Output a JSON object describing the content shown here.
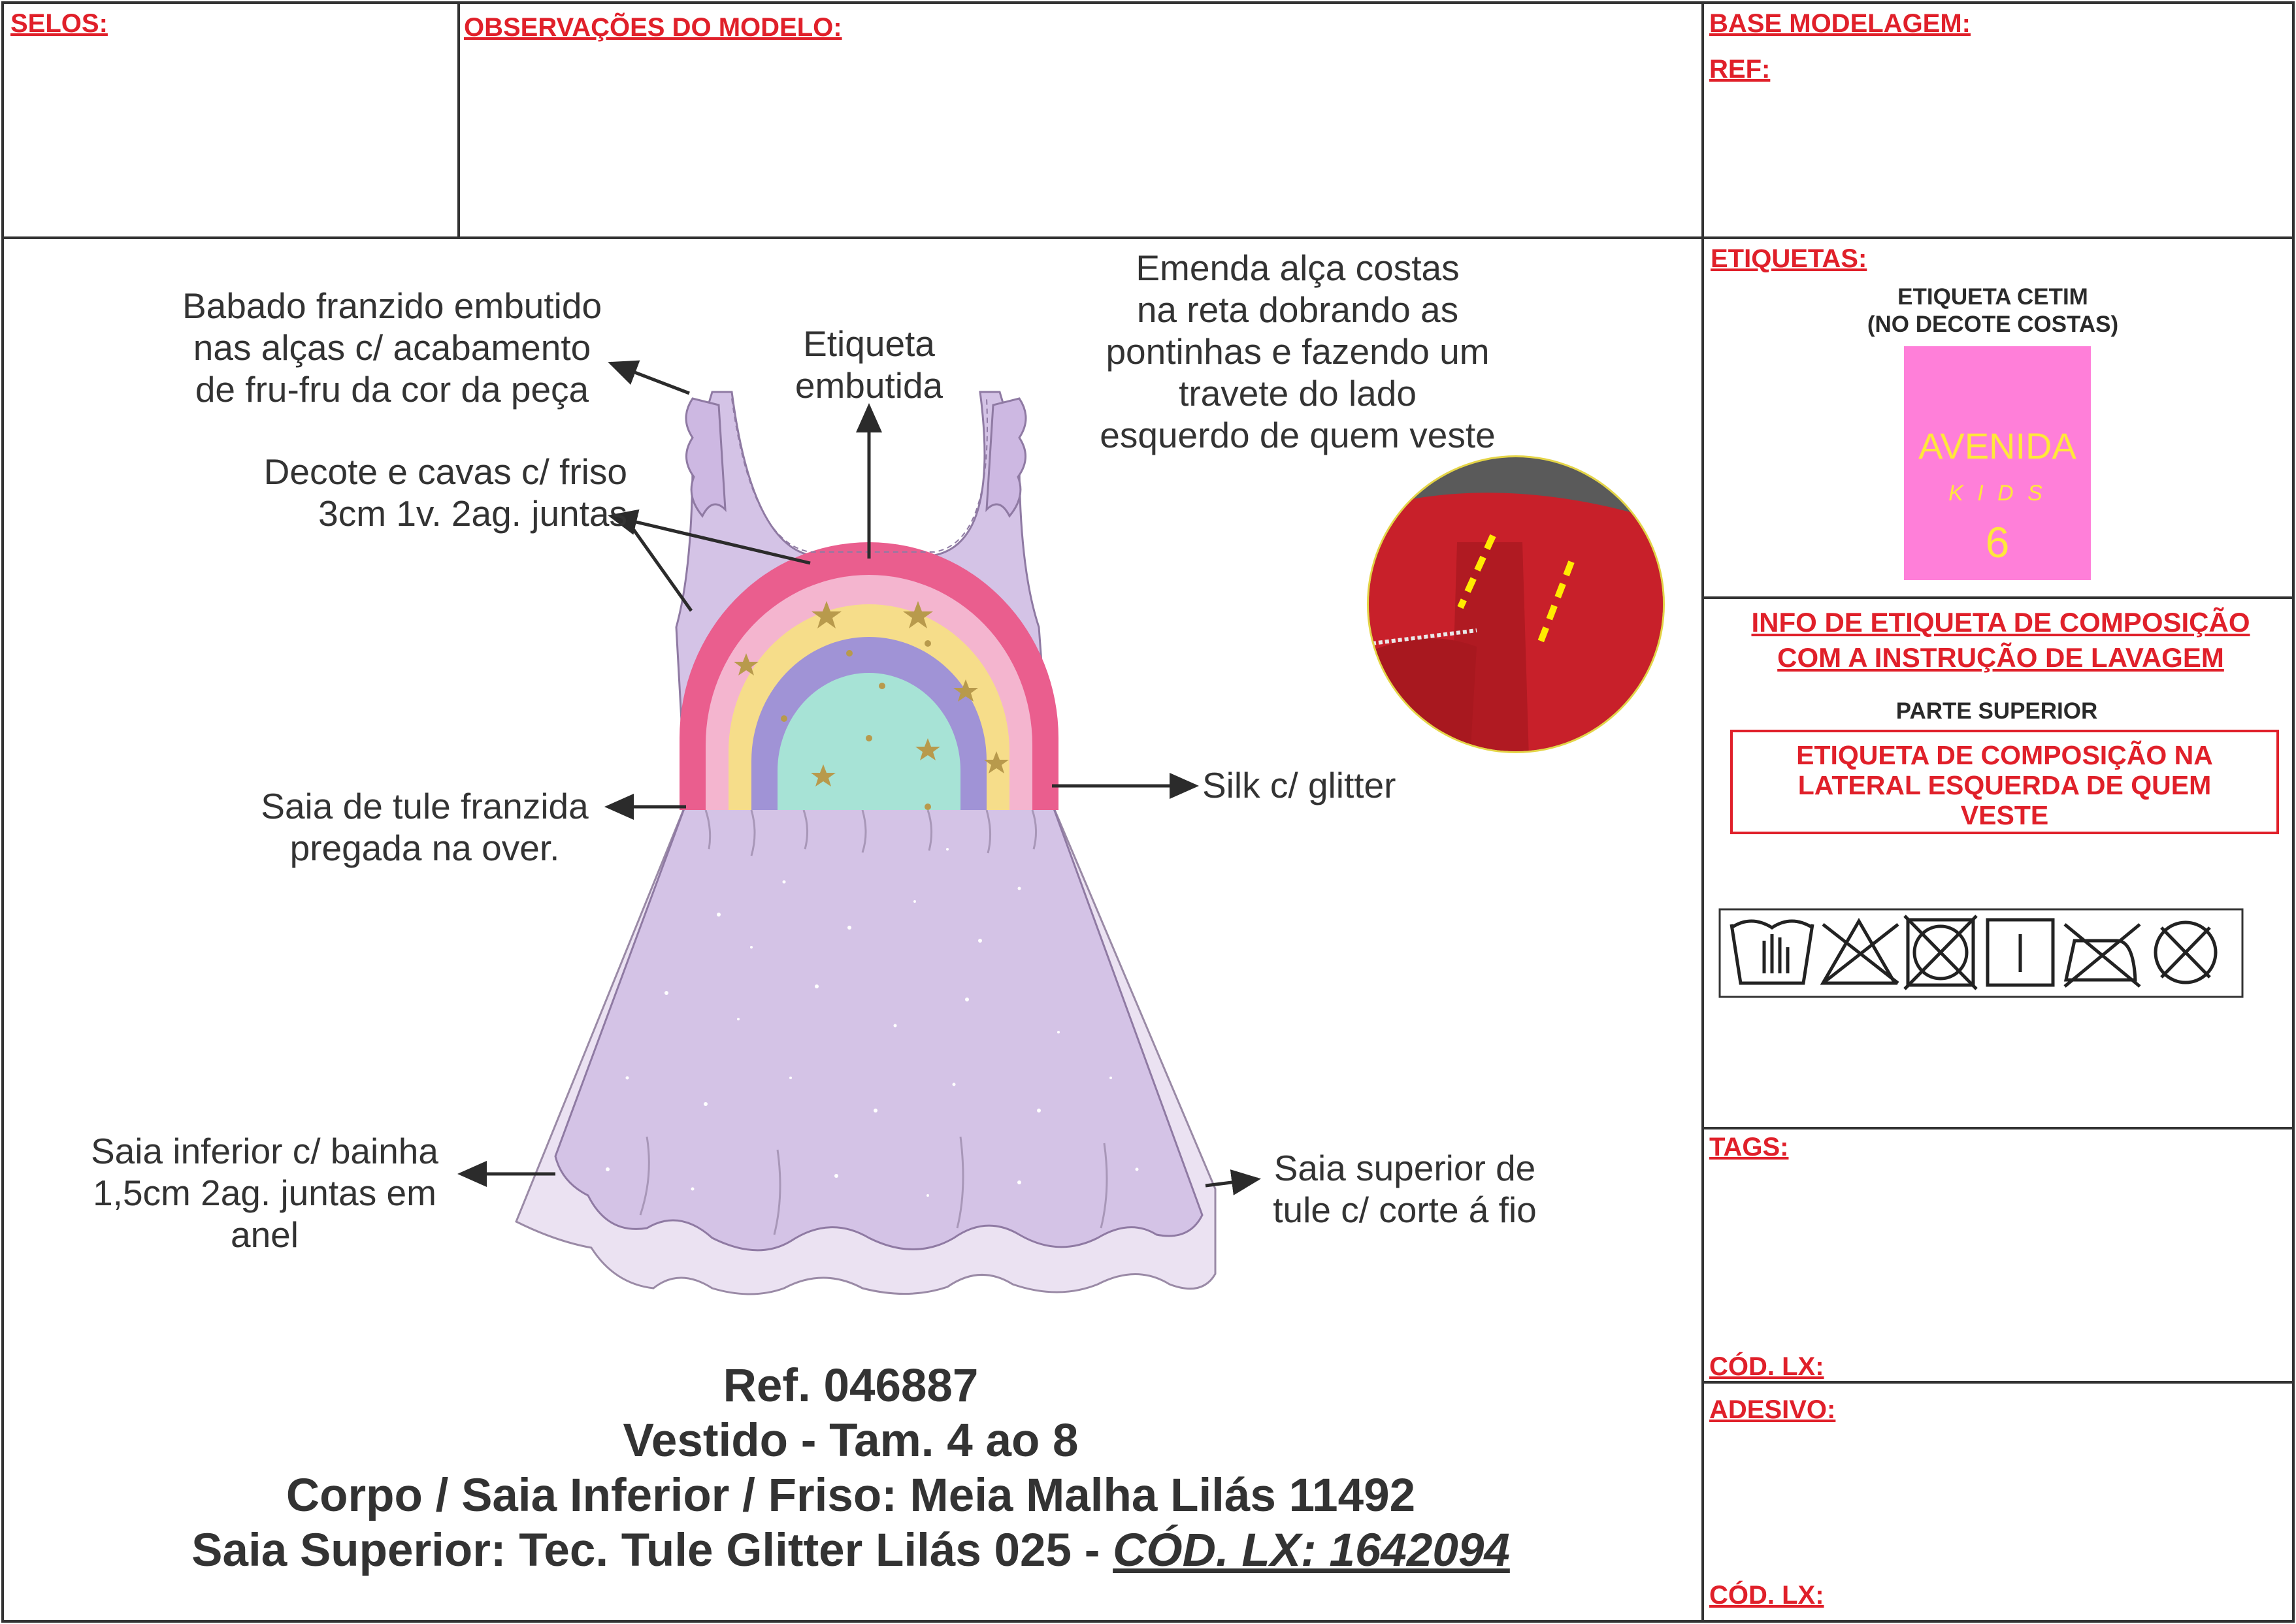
{
  "header": {
    "selos_label": "SELOS:",
    "observacoes_label": "OBSERVAÇÕES DO MODELO:",
    "base_modelagem_label": "BASE MODELAGEM:",
    "ref_label": "REF:"
  },
  "sidebar": {
    "etiquetas_label": "ETIQUETAS:",
    "etiqueta_cetim": "ETIQUETA CETIM\n(NO DECOTE COSTAS)",
    "label_brand": "AVENIDA",
    "label_sub": "K I D S",
    "label_size": "6",
    "info_composicao_title": "INFO DE ETIQUETA DE COMPOSIÇÃO\nCOM A INSTRUÇÃO DE LAVAGEM",
    "parte_superior": "PARTE SUPERIOR",
    "composicao_box": "ETIQUETA DE COMPOSIÇÃO NA\nLATERAL ESQUERDA DE QUEM\nVESTE",
    "care_icons": [
      "hand-wash-icon",
      "no-bleach-icon",
      "no-tumble-dry-icon",
      "line-dry-icon",
      "no-iron-icon",
      "no-dry-clean-icon"
    ],
    "tags_label": "TAGS:",
    "cod_lx_label_1": "CÓD. LX:",
    "adesivo_label": "ADESIVO:",
    "cod_lx_label_2": "CÓD. LX:"
  },
  "annotations": {
    "babado": "Babado franzido embutido\nnas alças c/ acabamento\nde fru-fru da cor da peça",
    "etiqueta_embutida": "Etiqueta\nembutida",
    "emenda": "Emenda alça costas\nna reta dobrando as\npontinhas e fazendo um\ntravete do lado\nesquerdo de quem veste",
    "decote": "Decote e cavas c/ friso\n3cm 1v. 2ag. juntas",
    "saia_tule": "Saia de tule franzida\npregada na over.",
    "silk": "Silk c/ glitter",
    "saia_inferior": "Saia inferior c/ bainha\n1,5cm 2ag. juntas em\nanel",
    "saia_superior": "Saia superior de\ntule c/ corte á fio"
  },
  "product": {
    "ref": "Ref. 046887",
    "name": "Vestido - Tam. 4 ao 8",
    "fabric_1": "Corpo / Saia Inferior / Friso: Meia Malha Lilás 11492",
    "fabric_2": "Saia Superior: Tec. Tule Glitter Lilás 025 - ",
    "cod_lx": "CÓD. LX: 1642094"
  },
  "colors": {
    "accent_red": "#e0202a",
    "dress_lilac": "#d4c3e6",
    "label_pink": "#ff7fd9",
    "label_yellow": "#ffe83a"
  }
}
